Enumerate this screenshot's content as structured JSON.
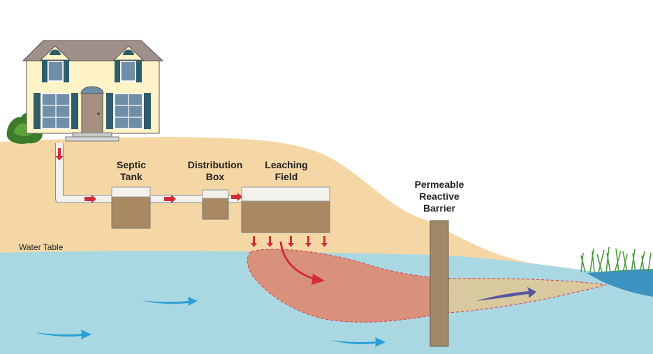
{
  "labels": {
    "septic_tank": [
      "Septic",
      "Tank"
    ],
    "distribution_box": [
      "Distribution",
      "Box"
    ],
    "leaching_field": [
      "Leaching",
      "Field"
    ],
    "permeable_reactive_barrier": [
      "Permeable",
      "Reactive",
      "Barrier"
    ],
    "water_table": "Water Table"
  },
  "colors": {
    "soil": "#f5d7a5",
    "groundwater": "#a9d8e2",
    "plume": "#d8917a",
    "treated_plume": "#d8c99e",
    "tank": "#a98961",
    "pipe": "#f3f1ec",
    "flow_arrow": "#d42a3c",
    "groundwater_arrow": "#2a9fd6",
    "barrier": "#a0896a",
    "house_wall": "#fdf3c6",
    "roof": "#a0908a",
    "shutter": "#2f5d6c"
  },
  "icons": [
    "house-icon",
    "bush-icon",
    "grass-icon"
  ]
}
